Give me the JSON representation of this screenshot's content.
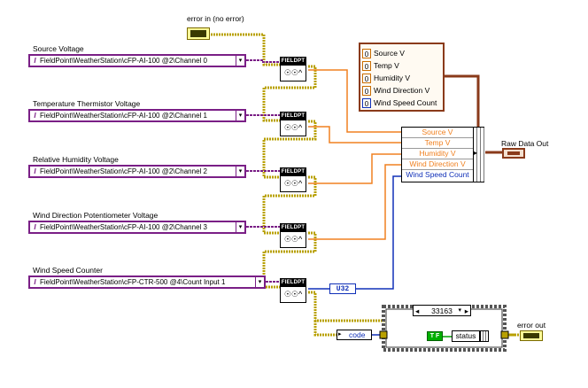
{
  "error_in": {
    "label": "error in (no error)"
  },
  "controls": [
    {
      "label": "Source Voltage",
      "value": "FieldPoint\\WeatherStation\\cFP-AI-100 @2\\Channel 0"
    },
    {
      "label": "Temperature Thermistor Voltage",
      "value": "FieldPoint\\WeatherStation\\cFP-AI-100 @2\\Channel 1"
    },
    {
      "label": "Relative Humidity Voltage",
      "value": "FieldPoint\\WeatherStation\\cFP-AI-100 @2\\Channel 2"
    },
    {
      "label": "Wind Direction Potentiometer Voltage",
      "value": "FieldPoint\\WeatherStation\\cFP-AI-100 @2\\Channel 3"
    },
    {
      "label": "Wind Speed Counter",
      "value": "FieldPoint\\WeatherStation\\cFP-CTR-500 @4\\Count Input 1"
    }
  ],
  "fieldpoint_vi": {
    "header": "FIELDPT",
    "glyph": "☉☉^"
  },
  "cluster_constant": {
    "items": [
      {
        "value": "0",
        "name": "Source V"
      },
      {
        "value": "0",
        "name": "Temp V"
      },
      {
        "value": "0",
        "name": "Humidity V"
      },
      {
        "value": "0",
        "name": "Wind Direction V"
      },
      {
        "value": "0",
        "name": "Wind Speed Count"
      }
    ]
  },
  "bundle_by_name": [
    "Source V",
    "Temp V",
    "Humidity V",
    "Wind Direction V",
    "Wind Speed Count"
  ],
  "raw_data_out": {
    "label": "Raw Data Out"
  },
  "convert": {
    "label": "U32"
  },
  "case_structure": {
    "selector": "33163",
    "code": "code",
    "status": "status"
  },
  "error_out": {
    "label": "error out"
  },
  "colors": {
    "refnum_wire": "#7a1f86",
    "error_wire": "#b8a000",
    "dbl_wire": "#f08020",
    "int_wire": "#1030b8",
    "cluster_wire": "#8a3a1a",
    "bool_wire": "#00a000"
  }
}
